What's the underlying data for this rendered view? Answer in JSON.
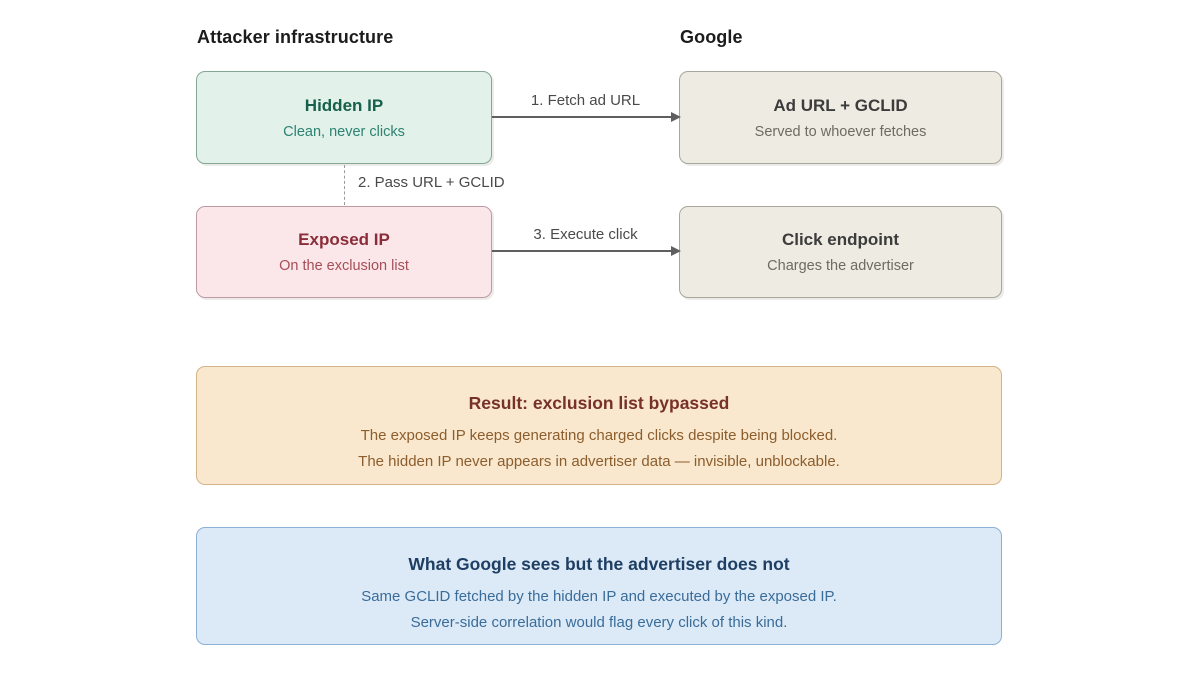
{
  "canvas": {
    "background": "#ffffff"
  },
  "colors": {
    "node_green_fill": "#e2f1e9",
    "node_green_border": "#84a795",
    "node_green_title": "#17604b",
    "node_green_subtitle": "#2c8372",
    "node_pink_fill": "#fbe7e9",
    "node_pink_border": "#bd9aa1",
    "node_pink_title": "#8b2d39",
    "node_pink_subtitle": "#a54e57",
    "node_gray_fill": "#edebe2",
    "node_gray_border": "#a9a79c",
    "node_gray_title": "#3c3c3c",
    "node_gray_subtitle": "#6f6b62",
    "result_fill": "#f9e8cd",
    "result_border": "#d2b488",
    "result_title": "#77302a",
    "result_body": "#8c5d2d",
    "google_fill": "#dceaf7",
    "google_border": "#8cb0d4",
    "google_title": "#1e3f63",
    "google_body": "#3a6c99",
    "arrow": "#5f5f5f",
    "edge_label": "#4a4a4a"
  },
  "headings": {
    "attacker": "Attacker infrastructure",
    "google": "Google"
  },
  "nodes": [
    {
      "title": "Hidden IP",
      "subtitle": "Clean, never clicks"
    },
    {
      "title": "Ad URL + GCLID",
      "subtitle": "Served to whoever fetches"
    },
    {
      "title": "Exposed IP",
      "subtitle": "On the exclusion list"
    },
    {
      "title": "Click endpoint",
      "subtitle": "Charges the advertiser"
    }
  ],
  "edges": [
    {
      "label": "1. Fetch ad URL"
    },
    {
      "label": "2. Pass URL + GCLID"
    },
    {
      "label": "3. Execute click"
    }
  ],
  "result_box": {
    "title": "Result: exclusion list bypassed",
    "lines": [
      "The exposed IP keeps generating charged clicks despite being blocked.",
      "The hidden IP never appears in advertiser data — invisible, unblockable."
    ]
  },
  "google_box": {
    "title": "What Google sees but the advertiser does not",
    "lines": [
      "Same GCLID fetched by the hidden IP and executed by the exposed IP.",
      "Server-side correlation would flag every click of this kind."
    ]
  }
}
